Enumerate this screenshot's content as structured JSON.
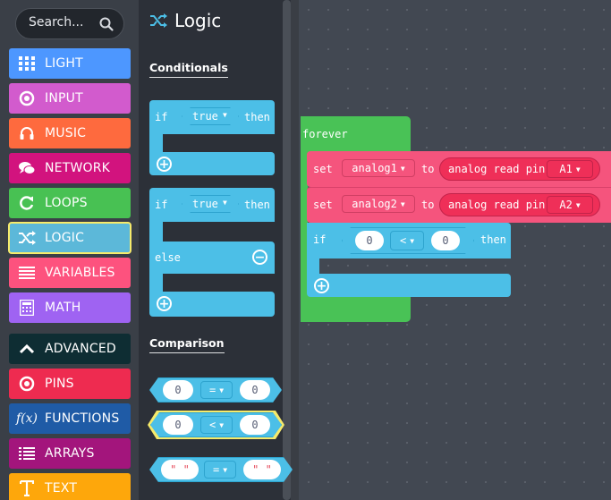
{
  "search": {
    "placeholder": "Search..."
  },
  "categories": [
    {
      "label": "LIGHT",
      "icon": "grid-icon",
      "color": "#4d97ff"
    },
    {
      "label": "INPUT",
      "icon": "circle-icon",
      "color": "#d25bcd"
    },
    {
      "label": "MUSIC",
      "icon": "headphones-icon",
      "color": "#fe6a3e"
    },
    {
      "label": "NETWORK",
      "icon": "chat-icon",
      "color": "#d2137e"
    },
    {
      "label": "LOOPS",
      "icon": "refresh-icon",
      "color": "#48c153"
    },
    {
      "label": "LOGIC",
      "icon": "shuffle-icon",
      "color": "#5cb8d9",
      "selected": true
    },
    {
      "label": "VARIABLES",
      "icon": "list-icon",
      "color": "#fd527e"
    },
    {
      "label": "MATH",
      "icon": "calculator-icon",
      "color": "#9f63f2"
    },
    {
      "label": "ADVANCED",
      "icon": "chevron-up-icon",
      "color": "#0e2d33"
    },
    {
      "label": "PINS",
      "icon": "target-icon",
      "color": "#ee2b50"
    },
    {
      "label": "FUNCTIONS",
      "icon": "function-icon",
      "color": "#1f5ba6"
    },
    {
      "label": "ARRAYS",
      "icon": "list-numbered-icon",
      "color": "#a3157c"
    },
    {
      "label": "TEXT",
      "icon": "text-icon",
      "color": "#fea70b"
    }
  ],
  "flyout": {
    "title": "Logic",
    "sections": {
      "conditionals": "Conditionals",
      "comparison": "Comparison"
    },
    "if_then": {
      "if": "if",
      "value": "true",
      "then": "then"
    },
    "if_else": {
      "if": "if",
      "value": "true",
      "then": "then",
      "else": "else"
    },
    "compare_eq": {
      "left": "0",
      "op": "=",
      "right": "0"
    },
    "compare_lt": {
      "left": "0",
      "op": "<",
      "right": "0"
    },
    "compare_str": {
      "left": "\" \"",
      "op": "=",
      "right": "\" \""
    }
  },
  "workspace": {
    "forever": "forever",
    "set1": {
      "set": "set",
      "var": "analog1",
      "to": "to",
      "read": "analog read pin",
      "pin": "A1"
    },
    "set2": {
      "set": "set",
      "var": "analog2",
      "to": "to",
      "read": "analog read pin",
      "pin": "A2"
    },
    "if_block": {
      "if": "if",
      "left": "0",
      "op": "<",
      "right": "0",
      "then": "then"
    }
  },
  "colors": {
    "logic": "#4cbfe7",
    "variables": "#f5547d",
    "loops": "#49c256",
    "highlight": "#f6ea6b"
  }
}
